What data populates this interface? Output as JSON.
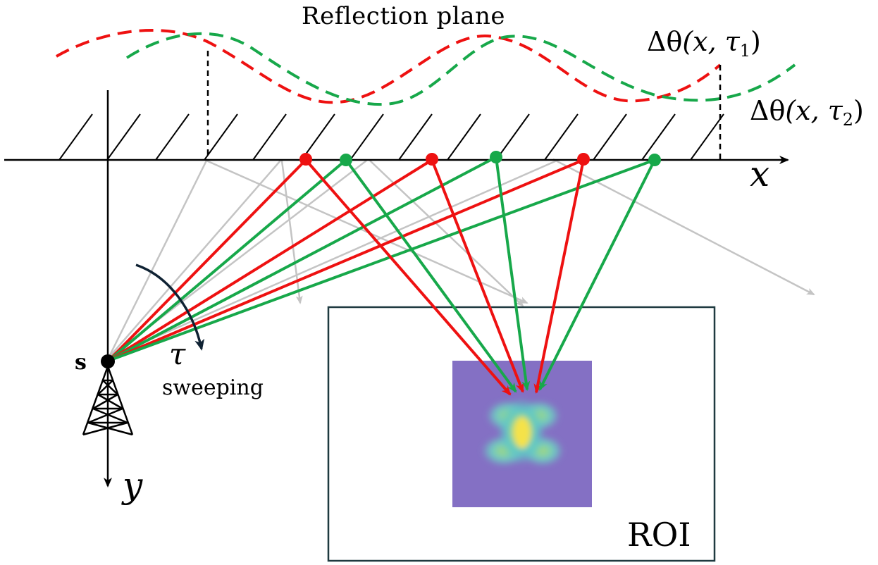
{
  "labels": {
    "title": "Reflection plane",
    "delta1": "Δθ",
    "delta1_args": "(x, τ",
    "delta1_sub": "1",
    "delta2": "Δθ",
    "delta2_args": "(x, τ",
    "delta2_sub": "2",
    "x_axis": "x",
    "y_axis": "y",
    "source": "s",
    "tau": "τ",
    "sweeping": "sweeping",
    "roi": "ROI"
  },
  "colors": {
    "red": "#ee1111",
    "green": "#17a84a",
    "gray": "#c4c4c4",
    "axis": "#000000",
    "sweep_arrow": "#0f2233",
    "roi_border": "#1f3a40",
    "heatmap_bg": "#8470c4"
  }
}
